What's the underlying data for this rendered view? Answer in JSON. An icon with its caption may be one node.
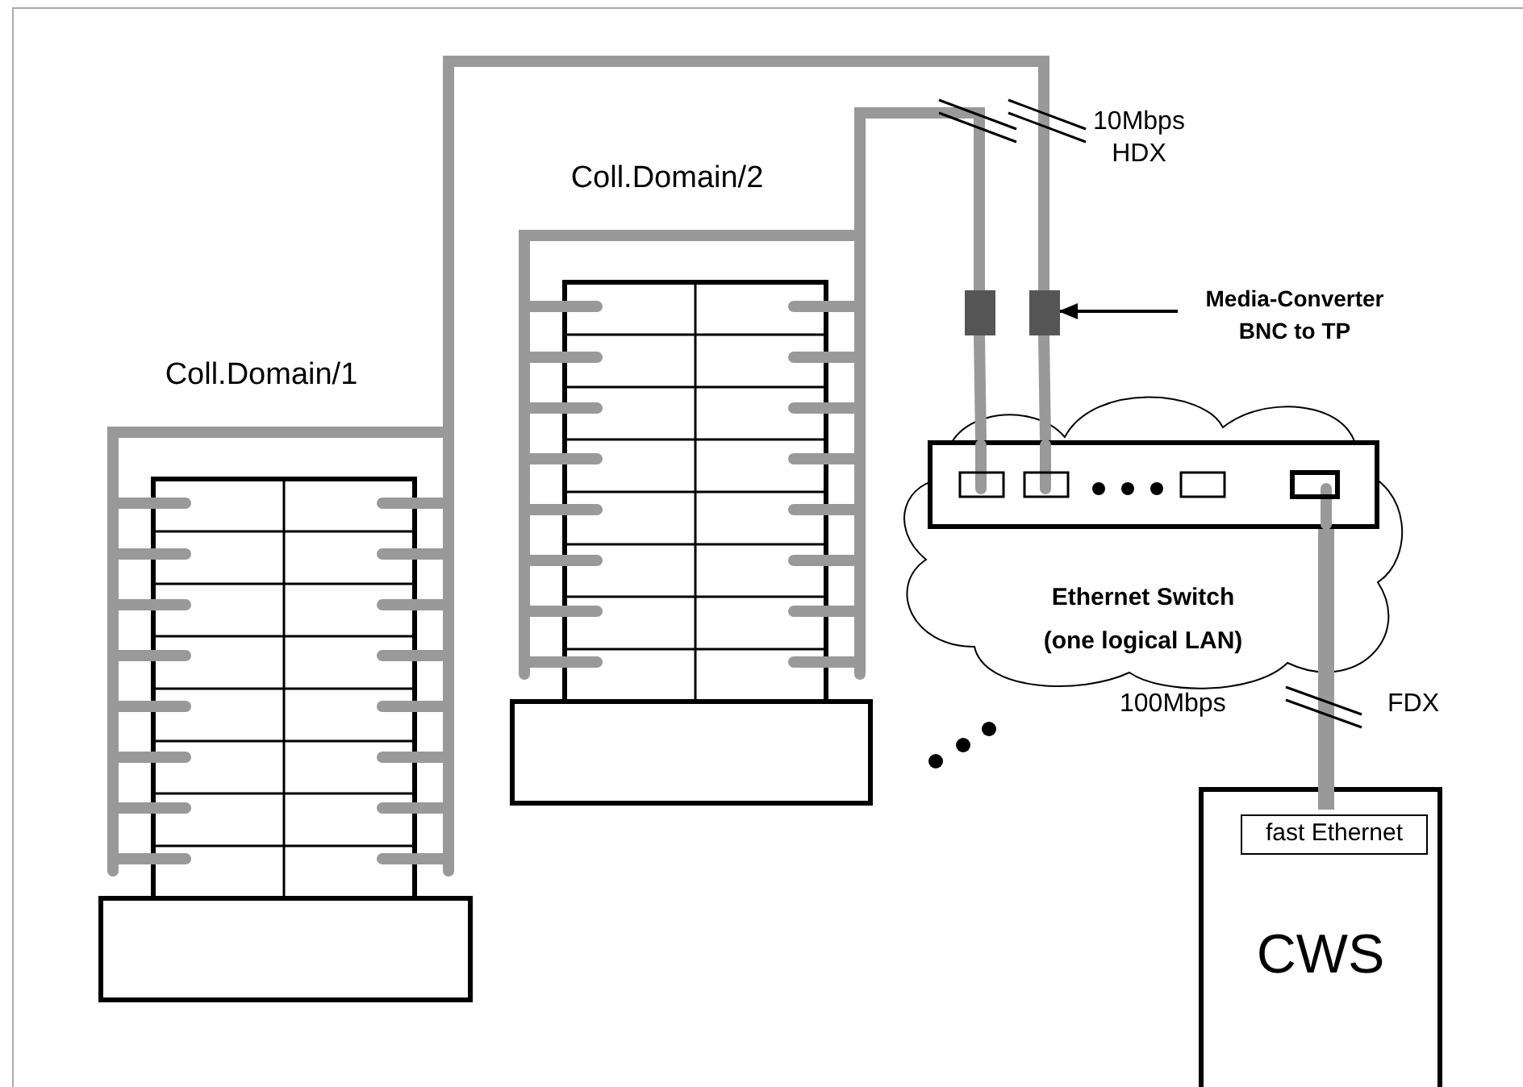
{
  "diagram": {
    "nodes": [
      {
        "text": [
          "Coll.Domain/1"
        ]
      },
      {
        "text": [
          "Coll.Domain/2"
        ]
      },
      {
        "text": [
          "Ethernet Switch (one logical LAN)"
        ]
      },
      {
        "text": [],
        "shape": "box",
        "in": 2
      },
      {
        "text": [],
        "shape": "box"
      },
      {
        "text": [],
        "shape": "box"
      },
      {
        "text": [
          "Media-Converter BNC to TP"
        ]
      },
      {
        "text": [
          "CWS"
        ]
      },
      {
        "text": [
          "fast Ethernet"
        ],
        "in": 7
      }
    ],
    "edges": [
      {
        "from": 0,
        "to": 5,
        "arrow": "none"
      },
      {
        "from": 1,
        "to": 4,
        "arrow": "none"
      },
      {
        "from": 4,
        "to": 3,
        "arrow": "none"
      },
      {
        "from": 5,
        "to": 3,
        "arrow": "none"
      },
      {
        "from": 3,
        "to": 8,
        "arrow": "none"
      },
      {
        "from": 6,
        "to": 5,
        "arrow": "to",
        "color": "#000000"
      }
    ],
    "labels": [
      "10Mbps HDX",
      "100Mbps",
      "FDX"
    ]
  }
}
